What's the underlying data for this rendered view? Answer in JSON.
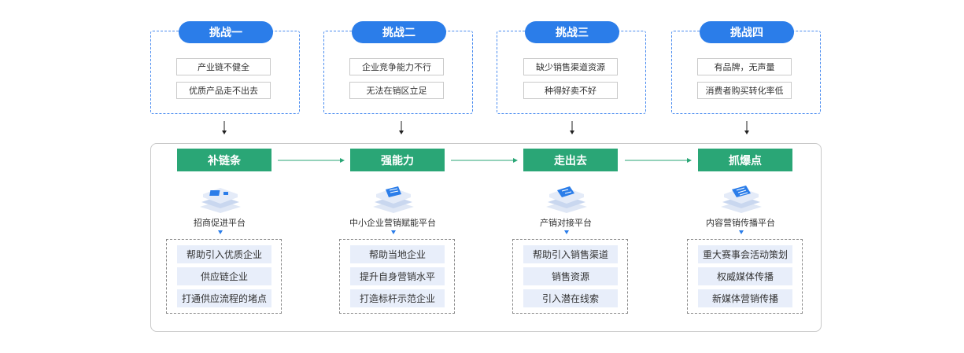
{
  "challenges": [
    {
      "title": "挑战一",
      "items": [
        "产业链不健全",
        "优质产品走不出去"
      ]
    },
    {
      "title": "挑战二",
      "items": [
        "企业竞争能力不行",
        "无法在销区立足"
      ]
    },
    {
      "title": "挑战三",
      "items": [
        "缺少销售渠道资源",
        "种得好卖不好"
      ]
    },
    {
      "title": "挑战四",
      "items": [
        "有品牌，无声量",
        "消费者购买转化率低"
      ]
    }
  ],
  "solutions": [
    {
      "title": "补链条",
      "platform": "招商促进平台",
      "icon": "merchant-icon",
      "items": [
        "帮助引入优质企业",
        "供应链企业",
        "打通供应流程的堵点"
      ]
    },
    {
      "title": "强能力",
      "platform": "中小企业营销赋能平台",
      "icon": "enablement-icon",
      "items": [
        "帮助当地企业",
        "提升自身营销水平",
        "打造标杆示范企业"
      ]
    },
    {
      "title": "走出去",
      "platform": "产销对接平台",
      "icon": "connect-icon",
      "items": [
        "帮助引入销售渠道",
        "销售资源",
        "引入潜在线索"
      ]
    },
    {
      "title": "抓爆点",
      "platform": "内容营销传播平台",
      "icon": "content-icon",
      "items": [
        "重大赛事会活动策划",
        "权威媒体传播",
        "新媒体营销传播"
      ]
    }
  ],
  "colors": {
    "challenge_blue": "#2b7de9",
    "solution_green": "#2aa676",
    "list_bg": "#e8eefa"
  }
}
